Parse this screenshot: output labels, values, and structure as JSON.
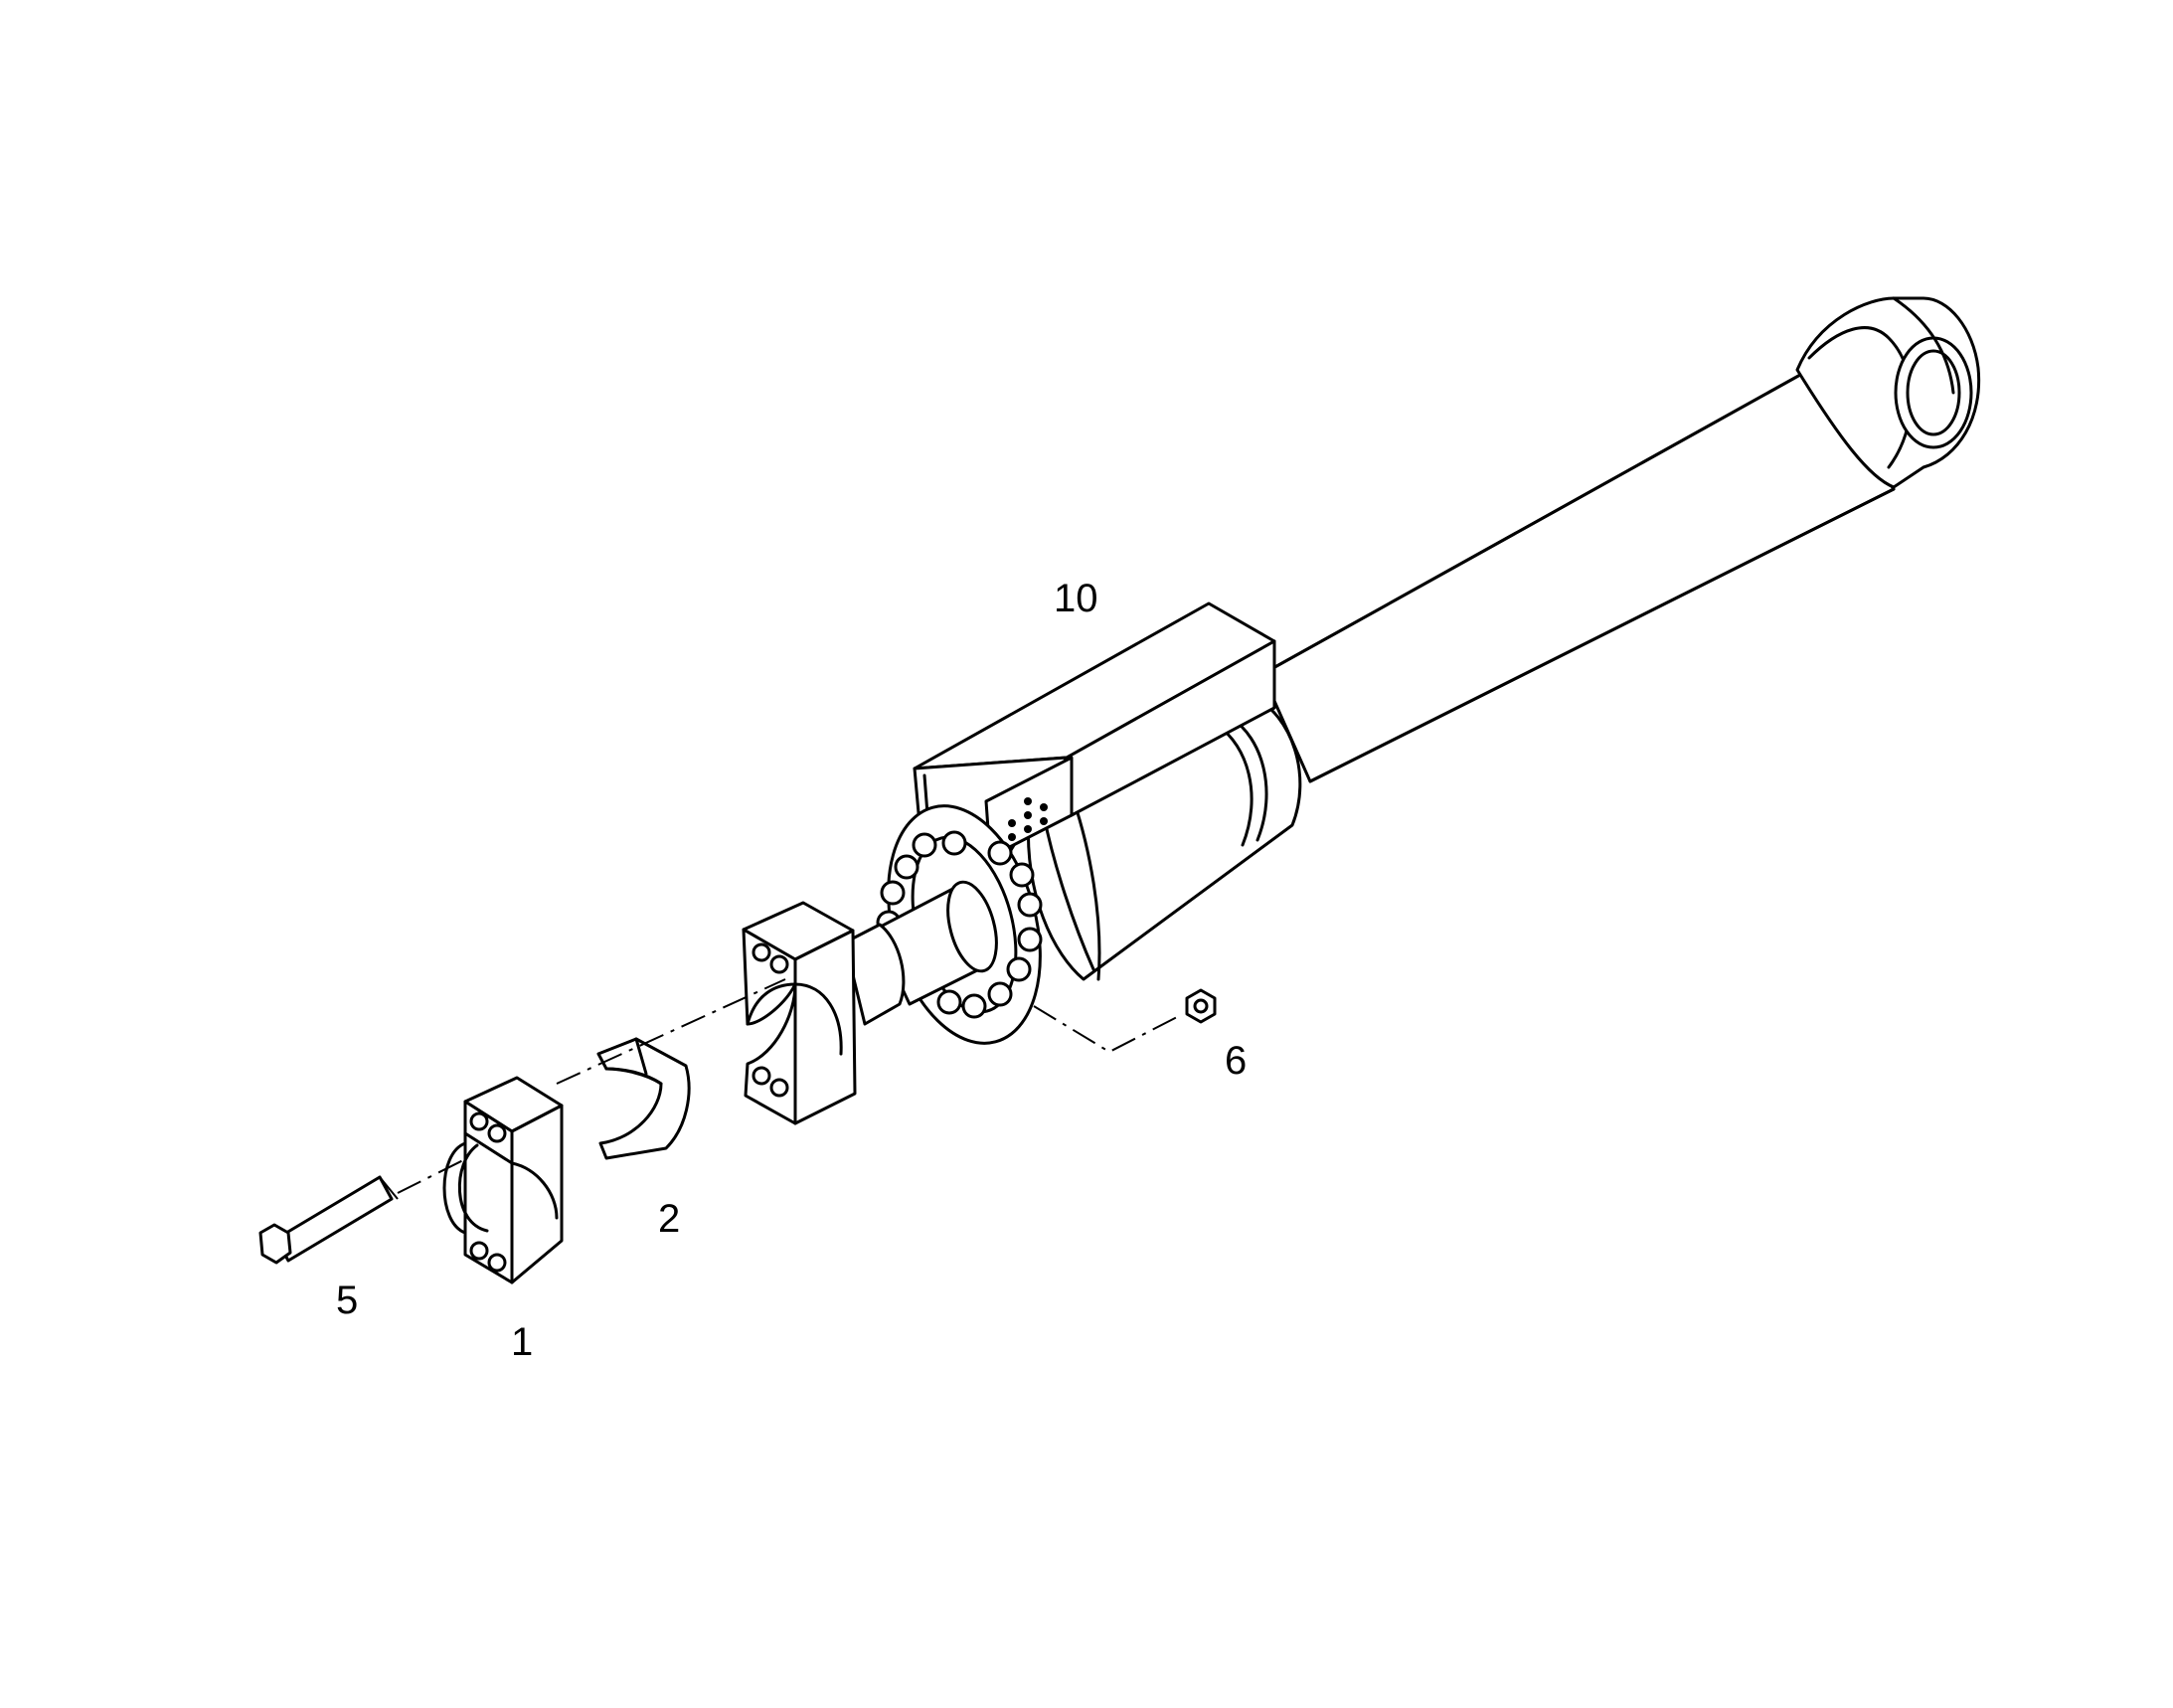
{
  "callouts": [
    {
      "id": "10",
      "label": "10"
    },
    {
      "id": "6",
      "label": "6"
    },
    {
      "id": "2",
      "label": "2"
    },
    {
      "id": "5",
      "label": "5"
    },
    {
      "id": "1",
      "label": "1"
    }
  ]
}
